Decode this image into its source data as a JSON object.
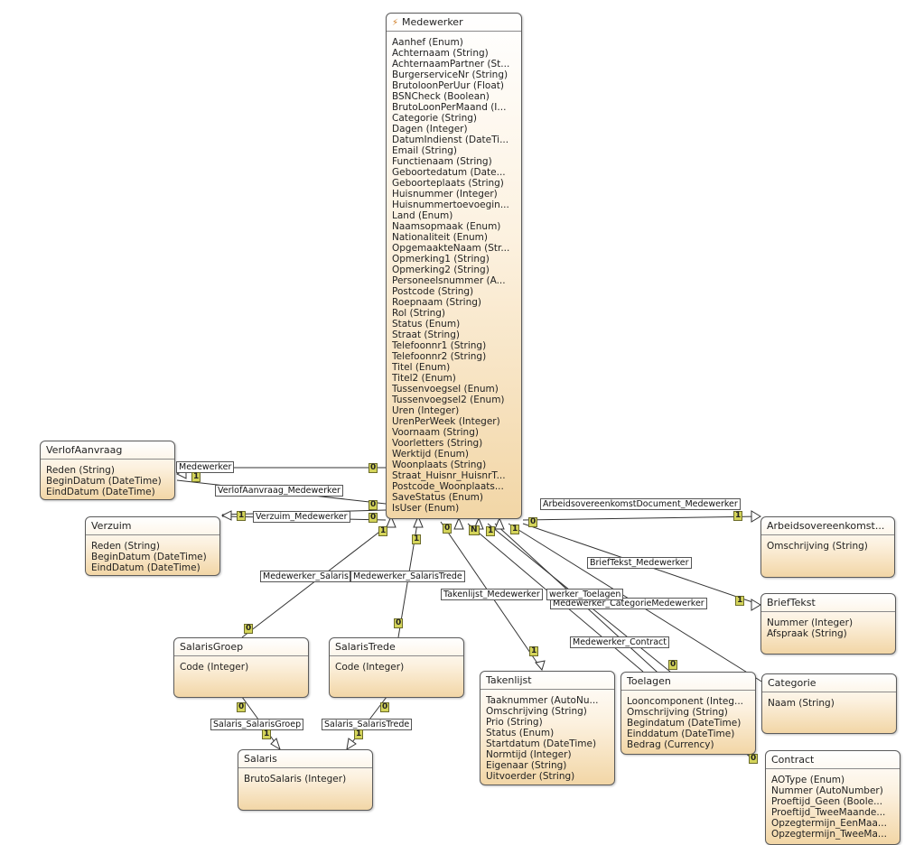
{
  "entities": {
    "medewerker": {
      "name": "Medewerker",
      "attributes": [
        "Aanhef (Enum)",
        "Achternaam (String)",
        "AchternaamPartner (St...",
        "BurgerserviceNr (String)",
        "BrutoloonPerUur (Float)",
        "BSNCheck (Boolean)",
        "BrutoLoonPerMaand (I...",
        "Categorie (String)",
        "Dagen (Integer)",
        "DatumIndienst (DateTi...",
        "Email (String)",
        "Functienaam (String)",
        "Geboortedatum (Date...",
        "Geboorteplaats (String)",
        "Huisnummer (Integer)",
        "Huisnummertoevoegin...",
        "Land (Enum)",
        "Naamsopmaak (Enum)",
        "Nationaliteit (Enum)",
        "OpgemaakteNaam (Str...",
        "Opmerking1 (String)",
        "Opmerking2 (String)",
        "Personeelsnummer (A...",
        "Postcode (String)",
        "Roepnaam (String)",
        "Rol (String)",
        "Status (Enum)",
        "Straat (String)",
        "Telefoonnr1 (String)",
        "Telefoonnr2 (String)",
        "Titel (Enum)",
        "Titel2 (Enum)",
        "Tussenvoegsel (Enum)",
        "Tussenvoegsel2 (Enum)",
        "Uren (Integer)",
        "UrenPerWeek (Integer)",
        "Voornaam (String)",
        "Voorletters (String)",
        "Werktijd (Enum)",
        "Woonplaats (String)",
        "Straat_Huisnr_HuisnrT...",
        "Postcode_Woonplaats...",
        "SaveStatus (Enum)",
        "IsUser (Enum)"
      ]
    },
    "verlofaanvraag": {
      "name": "VerlofAanvraag",
      "attributes": [
        "Reden (String)",
        "BeginDatum (DateTime)",
        "EindDatum (DateTime)"
      ]
    },
    "verzuim": {
      "name": "Verzuim",
      "attributes": [
        "Reden (String)",
        "BeginDatum (DateTime)",
        "EindDatum (DateTime)"
      ]
    },
    "arbeidsovereenkomst": {
      "name": "Arbeidsovereenkomst...",
      "attributes": [
        "Omschrijving (String)"
      ]
    },
    "brieftekst": {
      "name": "BriefTekst",
      "attributes": [
        "Nummer (Integer)",
        "Afspraak (String)"
      ]
    },
    "salarisgroep": {
      "name": "SalarisGroep",
      "attributes": [
        "Code (Integer)"
      ]
    },
    "salaristrede": {
      "name": "SalarisTrede",
      "attributes": [
        "Code (Integer)"
      ]
    },
    "takenlijst": {
      "name": "Takenlijst",
      "attributes": [
        "Taaknummer (AutoNu...",
        "Omschrijving (String)",
        "Prio (String)",
        "Status (Enum)",
        "Startdatum (DateTime)",
        "Normtijd (Integer)",
        "Eigenaar (String)",
        "Uitvoerder (String)"
      ]
    },
    "toelagen": {
      "name": "Toelagen",
      "attributes": [
        "Looncomponent (Integ...",
        "Omschrijving (String)",
        "Begindatum (DateTime)",
        "Einddatum (DateTime)",
        "Bedrag (Currency)"
      ]
    },
    "categorie": {
      "name": "Categorie",
      "attributes": [
        "Naam (String)"
      ]
    },
    "salaris": {
      "name": "Salaris",
      "attributes": [
        "BrutoSalaris (Integer)"
      ]
    },
    "contract": {
      "name": "Contract",
      "attributes": [
        "AOType (Enum)",
        "Nummer (AutoNumber)",
        "Proeftijd_Geen (Boole...",
        "Proeftijd_TweeMaande...",
        "Opzegtermijn_EenMaa...",
        "Opzegtermijn_TweeMa..."
      ]
    }
  },
  "associations": {
    "medewerker": "Medewerker",
    "verlofaanvraag_medewerker": "VerlofAanvraag_Medewerker",
    "verzuim_medewerker": "Verzuim_Medewerker",
    "medewerker_salaris": "Medewerker_Salaris",
    "medewerker_salaristrede": "Medewerker_SalarisTrede",
    "takenlijst_medewerker": "Takenlijst_Medewerker",
    "medewerker_toelagen": "werker_Toelagen",
    "medewerker_categoriemedewerker": "Medewerker_CategorieMedewerker",
    "medewerker_contract": "Medewerker_Contract",
    "arbeidsovereenkomstdocument_medewerker": "ArbeidsovereenkomstDocument_Medewerker",
    "brieftekst_medewerker": "BriefTekst_Medewerker",
    "salaris_salarisgroep": "Salaris_SalarisGroep",
    "salaris_salaristrede": "Salaris_SalarisTrede"
  },
  "multiplicities": {
    "zero": "0",
    "one": "1",
    "many": "N"
  },
  "colors": {
    "entity_border": "#5b5b5b",
    "entity_gradient_top": "#ffffff",
    "entity_gradient_bottom": "#f2d6a6",
    "multiplicity_badge": "#d4d45a",
    "line": "#333333",
    "entity_icon": "#d07a1e"
  },
  "icons": {
    "entity_header_icon": "lightning-bolt-icon"
  }
}
